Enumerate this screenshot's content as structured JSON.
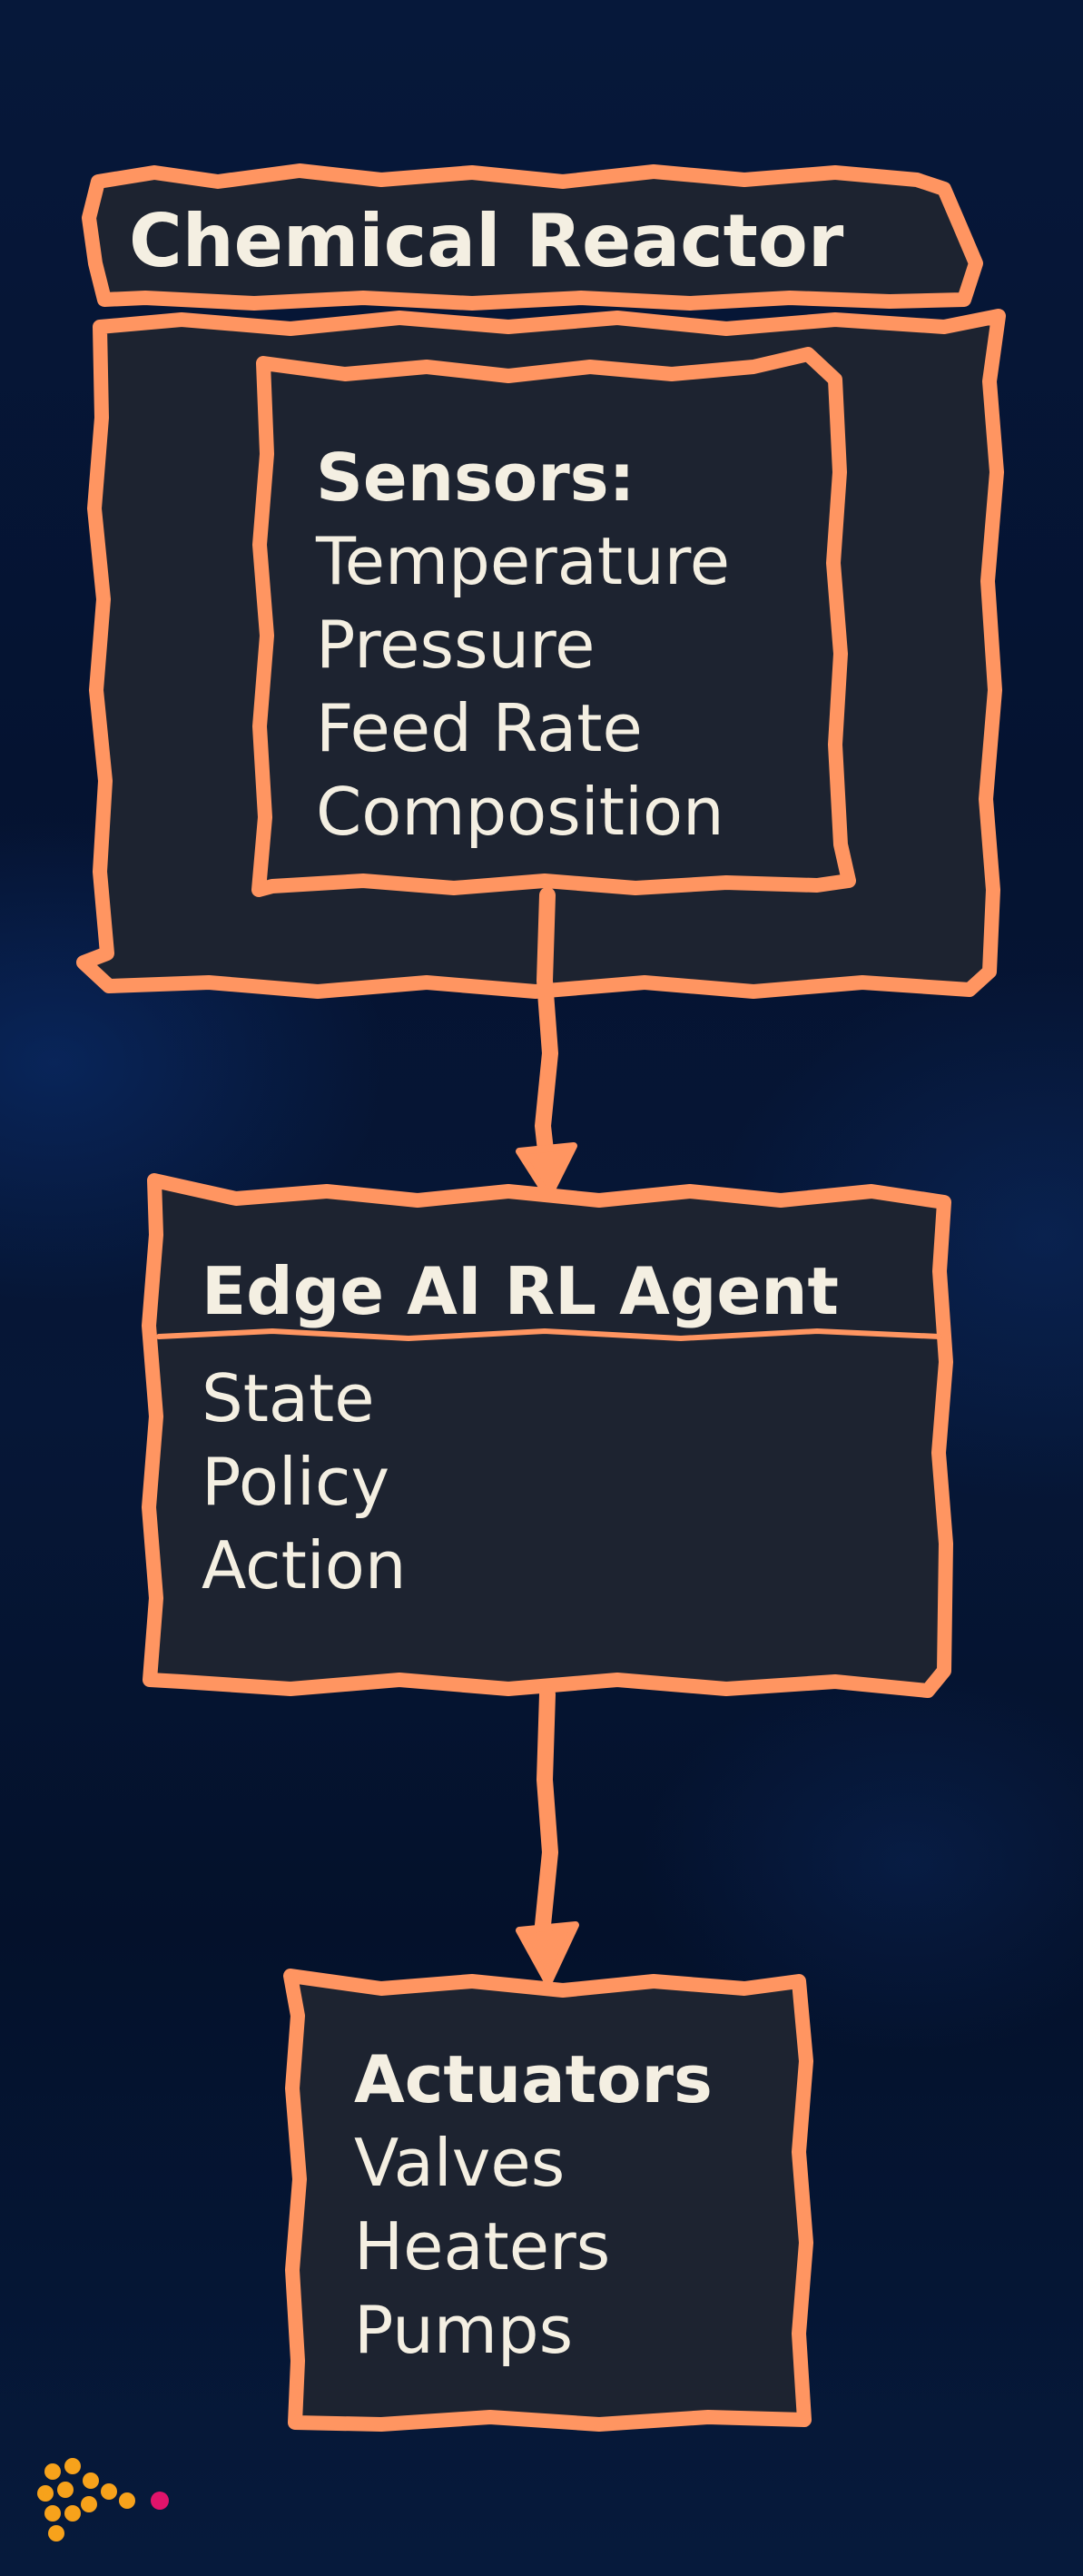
{
  "diagram": {
    "reactor": {
      "title": "Chemical Reactor",
      "sensors": {
        "heading": "Sensors:",
        "items": [
          "Temperature",
          "Pressure",
          "Feed Rate",
          "Composition"
        ]
      }
    },
    "agent": {
      "title": "Edge AI RL Agent",
      "items": [
        "State",
        "Policy",
        "Action"
      ]
    },
    "actuators": {
      "heading": "Actuators",
      "items": [
        "Valves",
        "Heaters",
        "Pumps"
      ]
    }
  },
  "colors": {
    "stroke": "#ff9561",
    "box_fill": "#1d2330",
    "text": "#f4efe2",
    "background": "#05122e",
    "logo_orange": "#f7a21b",
    "logo_pink": "#e0146b"
  },
  "icons": {
    "logo": "dot-cluster-logo"
  }
}
